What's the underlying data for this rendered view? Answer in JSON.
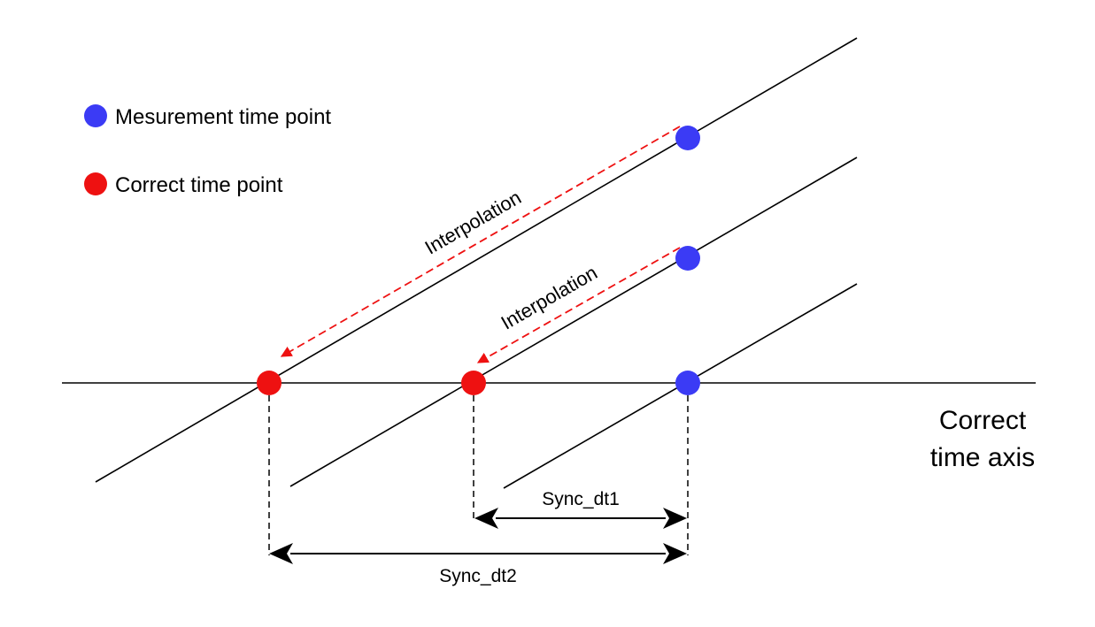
{
  "legend": {
    "measurement_label": "Mesurement time point",
    "correct_label": "Correct time point"
  },
  "interpolation_labels": [
    "Interpolation",
    "Interpolation"
  ],
  "sync": {
    "dt1_label": "Sync_dt1",
    "dt2_label": "Sync_dt2"
  },
  "axis": {
    "label_line1": "Correct",
    "label_line2": "time axis"
  },
  "colors": {
    "measurement": "#3b3bf5",
    "correct": "#ee1111",
    "interpolation_arrow": "#ee1111",
    "lines": "#000000"
  }
}
